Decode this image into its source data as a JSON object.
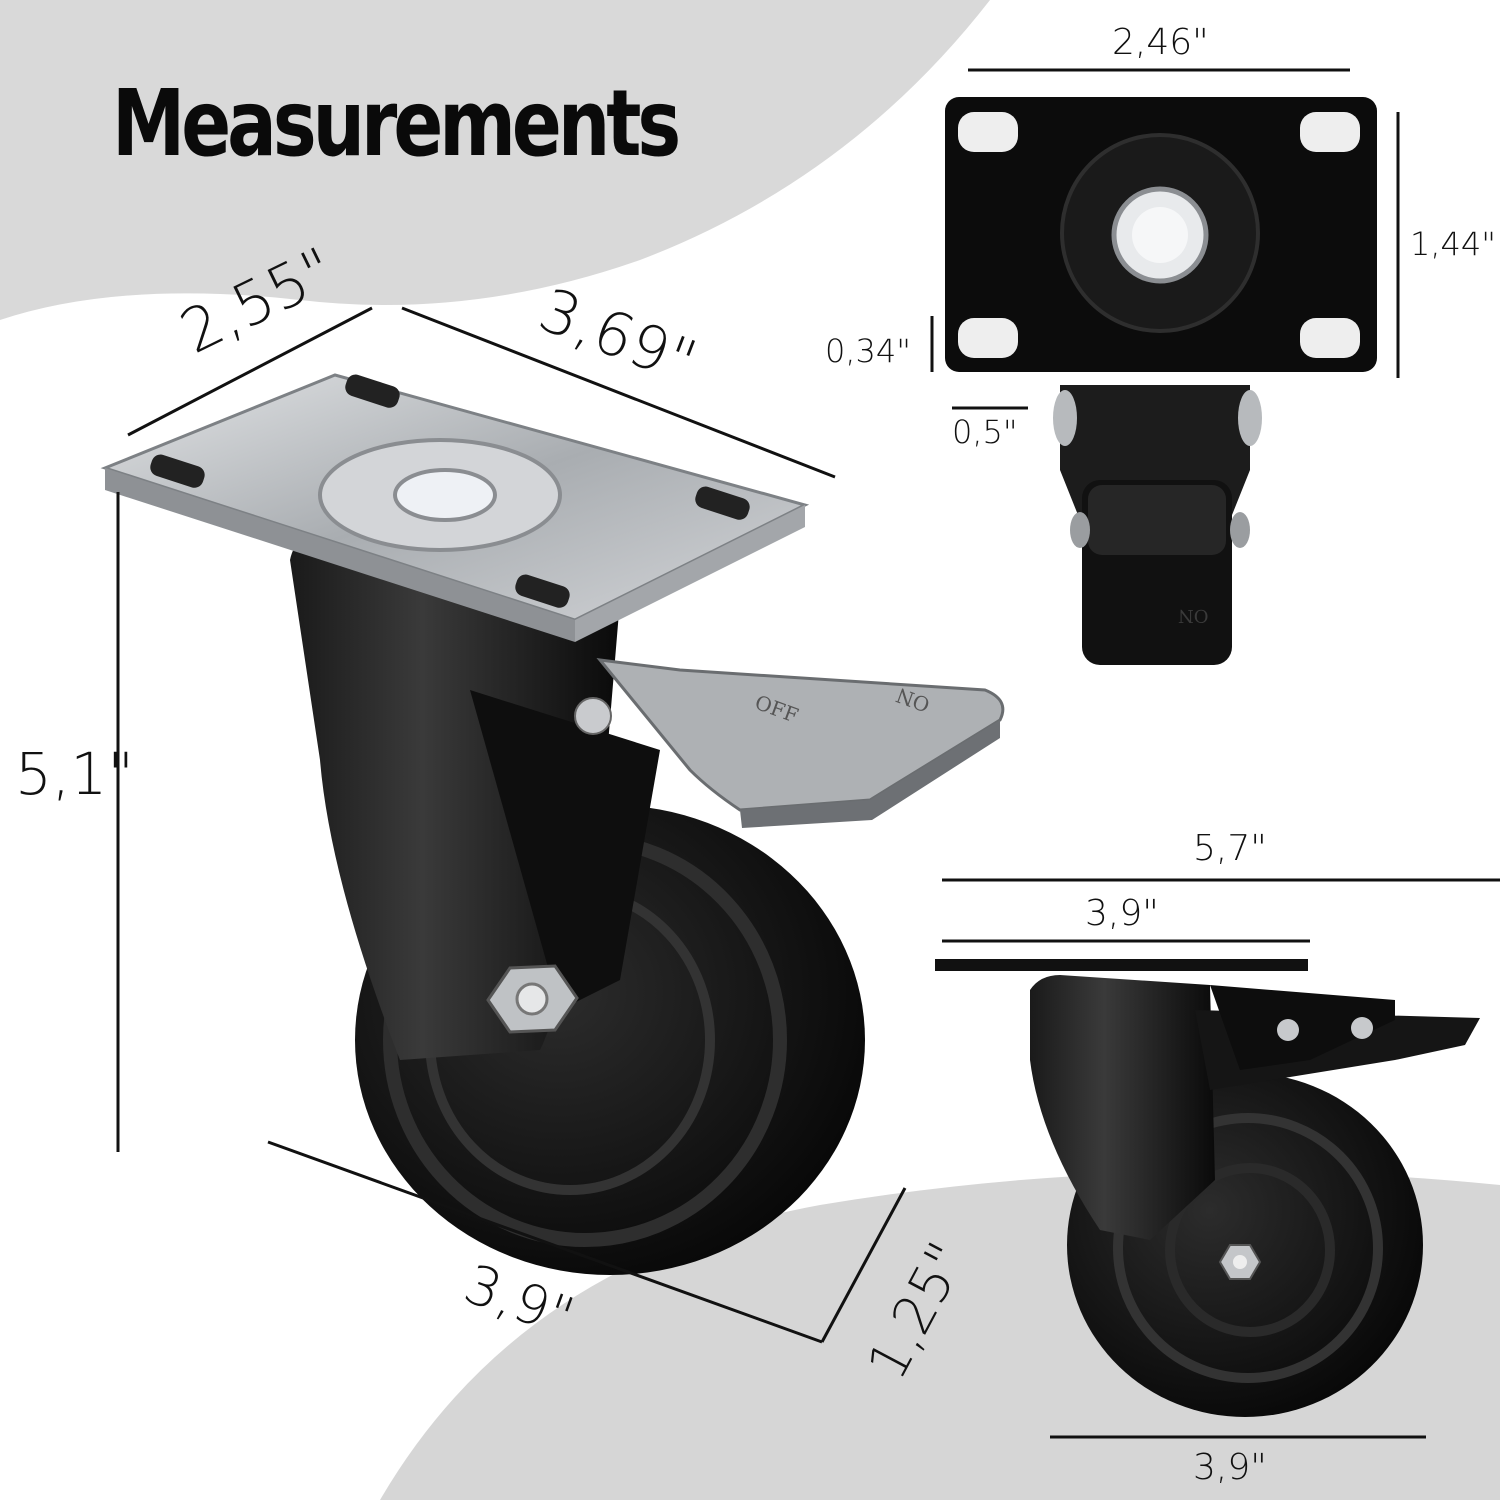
{
  "title": "Measurements",
  "colors": {
    "background": "#ffffff",
    "swoosh": "#d6d6d6",
    "caster_body": "#111111",
    "plate_steel": "#b9bcbf",
    "dimension_line": "#111111"
  },
  "main_view": {
    "plate_width": "2,55\"",
    "plate_length": "3,69\"",
    "total_height": "5,1\"",
    "wheel_diameter": "3,9\"",
    "wheel_width": "1,25\"",
    "brake_off_text": "OFF",
    "brake_on_text": "ON"
  },
  "top_view": {
    "plate_width": "2,46\"",
    "hole_spacing": "1,44\"",
    "hole_length": "0,34\"",
    "hole_width": "0,5\"",
    "brake_on_text": "ON"
  },
  "side_view": {
    "overall_length": "5,7\"",
    "plate_length": "3,9\"",
    "wheel_diameter": "3,9\""
  }
}
